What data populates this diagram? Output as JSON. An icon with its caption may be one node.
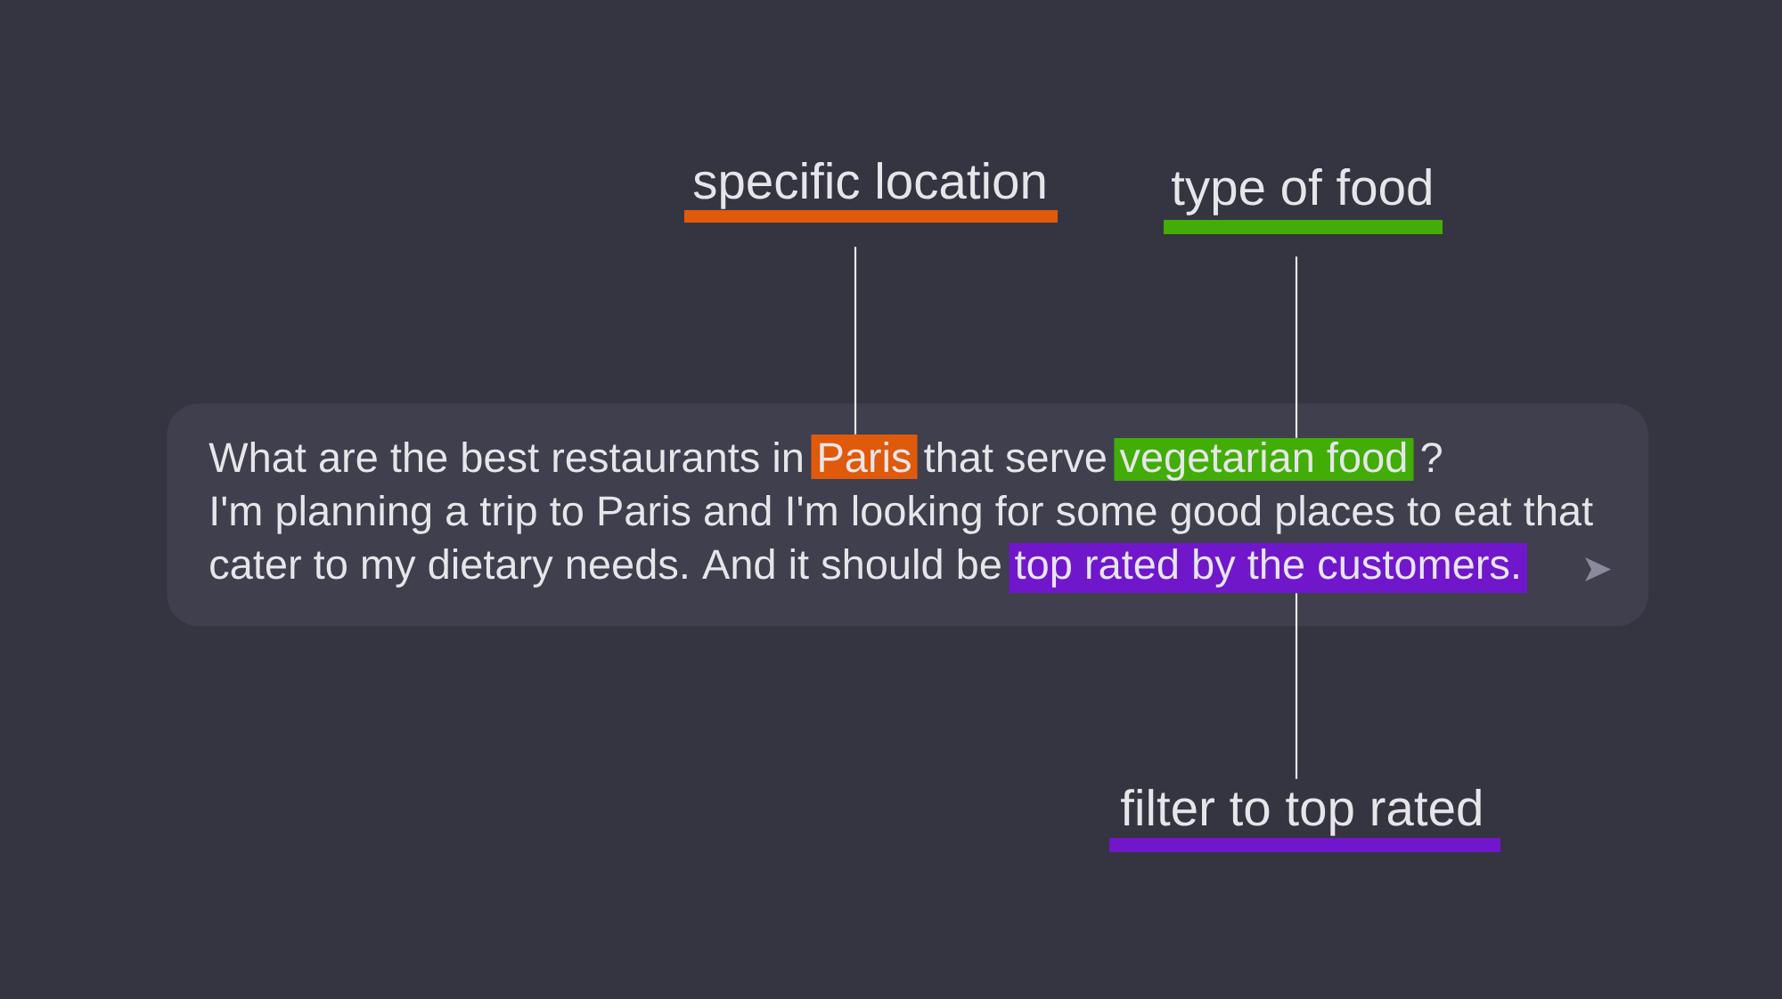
{
  "diagram": {
    "nodes": [
      {
        "text": [
          "specific location"
        ]
      },
      {
        "text": [
          "type of food"
        ]
      },
      {
        "text": [
          "What are the best restaurants in",
          "that serve",
          "?",
          "I'm planning a trip to Paris and I'm looking for some good places to eat that",
          "cater to my dietary needs. And it should be"
        ]
      },
      {
        "text": [
          "Paris"
        ],
        "in": 2
      },
      {
        "text": [
          "vegetarian food"
        ],
        "in": 2
      },
      {
        "text": [
          "top rated by the customers."
        ],
        "in": 2
      },
      {
        "text": [
          "filter to top rated"
        ]
      }
    ],
    "edges": [
      {
        "from": 0,
        "to": 3,
        "arrow": "none"
      },
      {
        "from": 1,
        "to": 4,
        "arrow": "none"
      },
      {
        "from": 6,
        "to": 5,
        "arrow": "none"
      }
    ]
  }
}
